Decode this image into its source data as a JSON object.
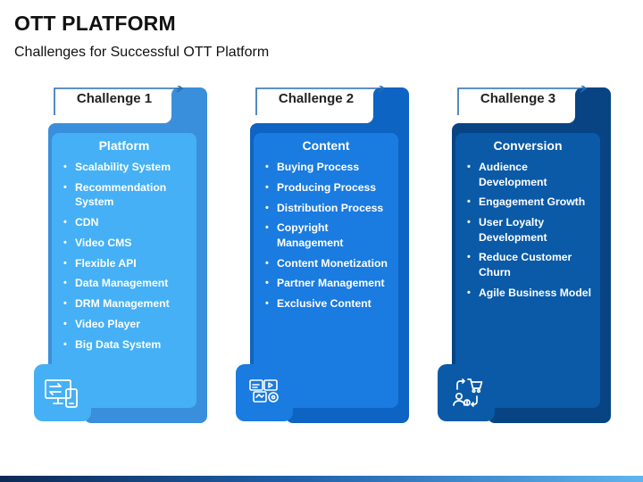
{
  "title": "OTT PLATFORM",
  "subtitle": "Challenges for Successful OTT Platform",
  "colors": {
    "card1_outer": "#3a8fdc",
    "card1_inner": "#45b0f5",
    "card2_outer": "#0d64c2",
    "card2_inner": "#1a7be0",
    "card3_outer": "#084484",
    "card3_inner": "#0a5aa8",
    "arrow_line": "#2a6db2"
  },
  "cards": [
    {
      "tab_label": "Challenge 1",
      "heading": "Platform",
      "icon": "devices-icon",
      "items": [
        "Scalability System",
        "Recommendation System",
        "CDN",
        "Video CMS",
        "Flexible API",
        "Data Management",
        "DRM Management",
        "Video Player",
        "Big Data System"
      ]
    },
    {
      "tab_label": "Challenge 2",
      "heading": "Content",
      "icon": "media-content-icon",
      "items": [
        "Buying Process",
        "Producing Process",
        "Distribution Process",
        "Copyright Management",
        "Content Monetization",
        "Partner Management",
        "Exclusive Content"
      ]
    },
    {
      "tab_label": "Challenge 3",
      "heading": "Conversion",
      "icon": "conversion-cart-icon",
      "items": [
        "Audience Development",
        "Engagement Growth",
        "User Loyalty Development",
        "Reduce Customer Churn",
        "Agile Business Model"
      ]
    }
  ]
}
